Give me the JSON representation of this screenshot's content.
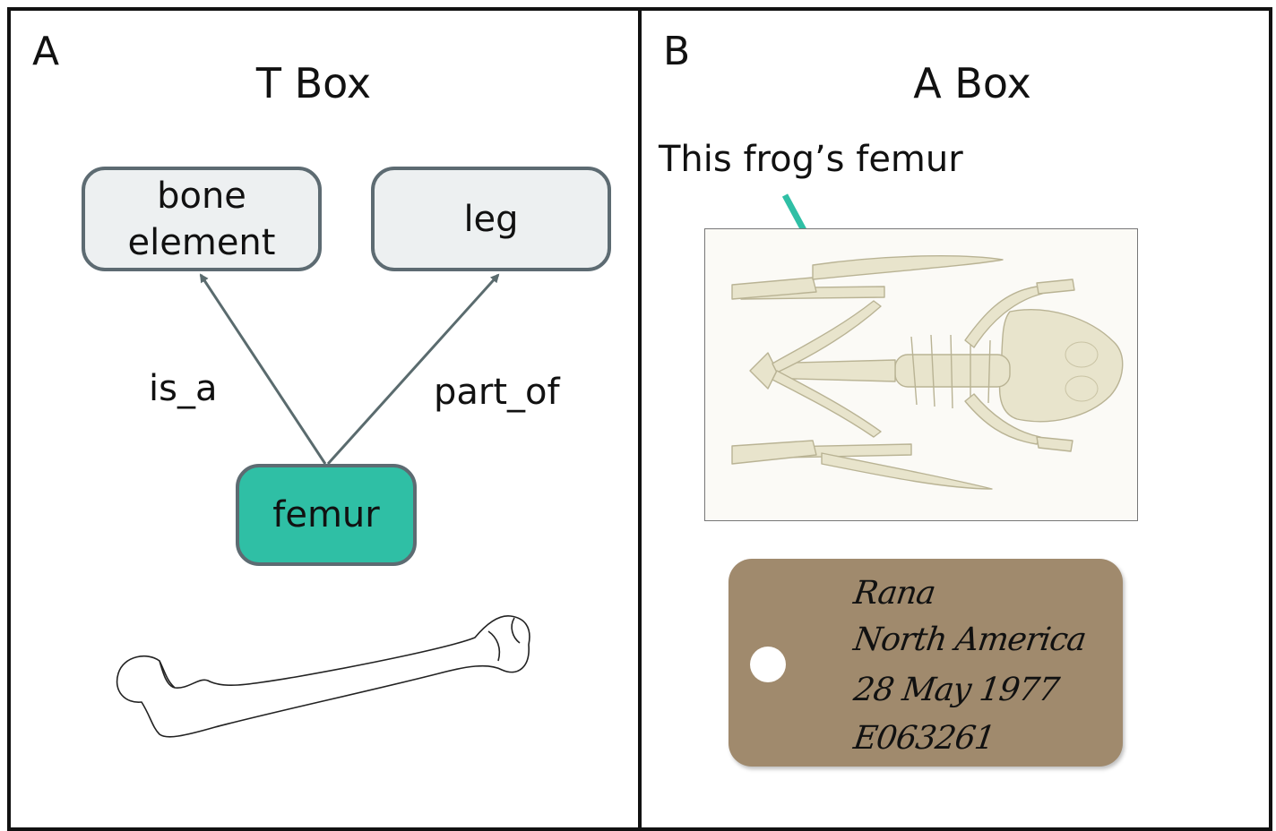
{
  "panel_a": {
    "letter": "A",
    "title": "T Box",
    "nodes": {
      "bone_element": "bone element",
      "leg": "leg",
      "femur": "femur"
    },
    "edges": {
      "is_a": "is_a",
      "part_of": "part_of"
    }
  },
  "panel_b": {
    "letter": "B",
    "title": "A Box",
    "callout": "This frog’s femur",
    "tag_lines": [
      "Rana",
      "North America",
      "28 May 1977",
      "E063261"
    ]
  },
  "colors": {
    "accent": "#2fbfa5",
    "node_fill": "#edf0f1",
    "node_border": "#5d6b72",
    "tag": "#a08a6d",
    "arrow": "#5a6b6e"
  }
}
